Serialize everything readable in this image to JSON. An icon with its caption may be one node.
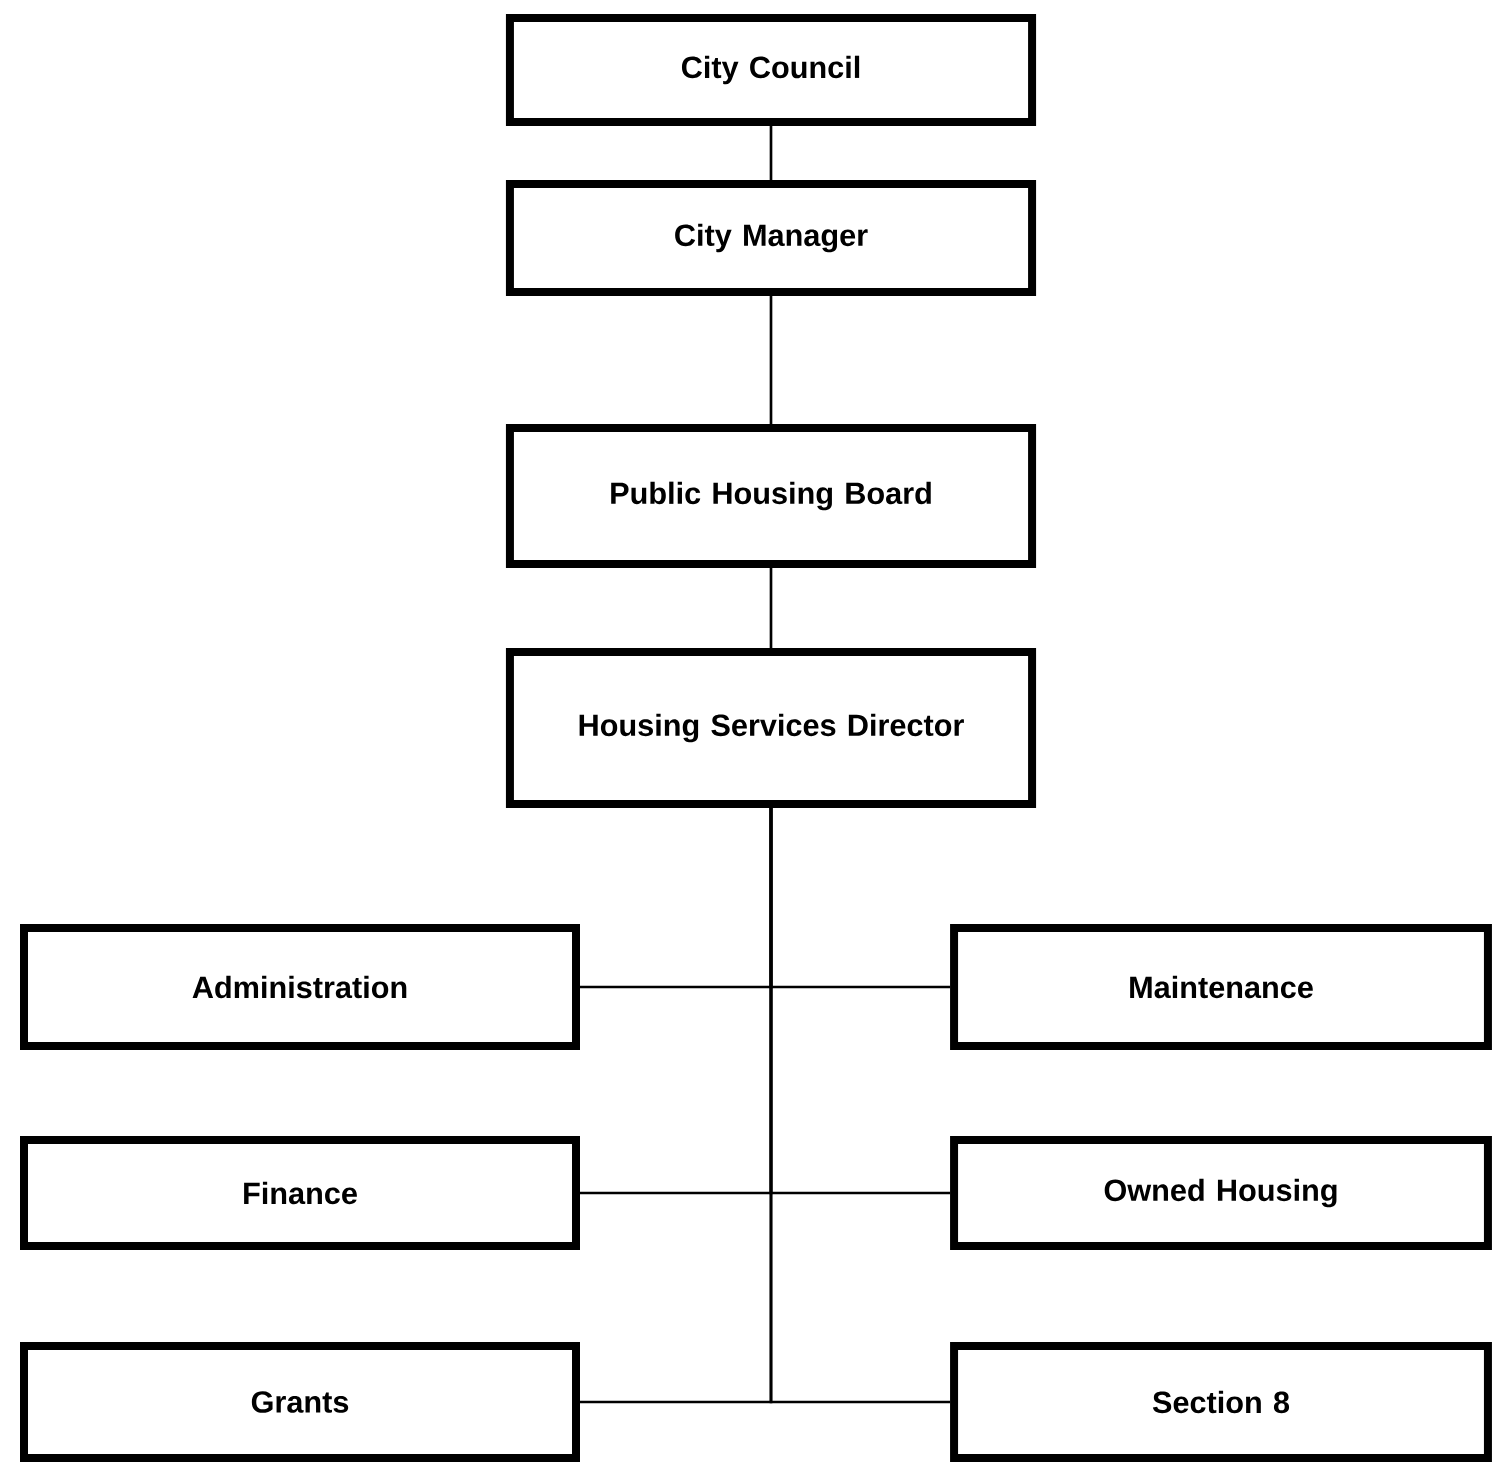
{
  "diagram": {
    "nodes": [
      {
        "text": [
          "City Council"
        ]
      },
      {
        "text": [
          "City Manager"
        ]
      },
      {
        "text": [
          "Public Housing Board"
        ]
      },
      {
        "text": [
          "Housing Services Director"
        ]
      },
      {
        "text": [
          "Administration"
        ]
      },
      {
        "text": [
          "Maintenance"
        ]
      },
      {
        "text": [
          "Finance"
        ]
      },
      {
        "text": [
          "Owned Housing"
        ]
      },
      {
        "text": [
          "Grants"
        ]
      },
      {
        "text": [
          "Section 8"
        ]
      }
    ],
    "edges": [
      {
        "from": 0,
        "to": 1,
        "arrow": "none"
      },
      {
        "from": 1,
        "to": 2,
        "arrow": "none"
      },
      {
        "from": 2,
        "to": 3,
        "arrow": "none"
      },
      {
        "from": 3,
        "to": 4,
        "arrow": "none"
      },
      {
        "from": 3,
        "to": 5,
        "arrow": "none"
      },
      {
        "from": 3,
        "to": 6,
        "arrow": "none"
      },
      {
        "from": 3,
        "to": 7,
        "arrow": "none"
      },
      {
        "from": 3,
        "to": 8,
        "arrow": "none"
      },
      {
        "from": 3,
        "to": 9,
        "arrow": "none"
      }
    ]
  }
}
